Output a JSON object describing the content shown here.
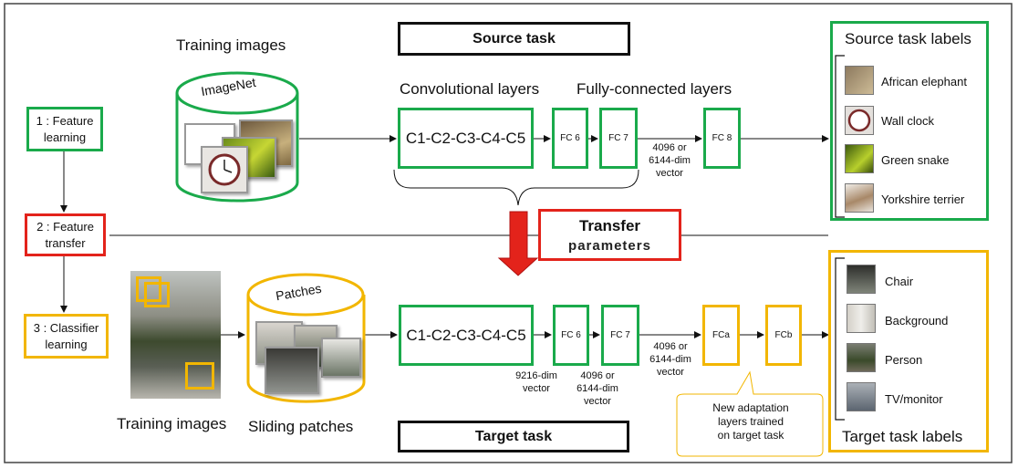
{
  "top": {
    "training_images": "Training images",
    "imagenet_label": "ImageNet",
    "source_task": "Source task",
    "conv_heading": "Convolutional layers",
    "fc_heading": "Fully-connected layers",
    "conv_box": "C1-C2-C3-C4-C5",
    "fc6": "FC 6",
    "fc7": "FC 7",
    "fc8": "FC 8",
    "vector_note": "4096 or\n6144-dim\nvector",
    "labels_title": "Source task labels",
    "labels": [
      "African elephant",
      "Wall clock",
      "Green snake",
      "Yorkshire terrier"
    ]
  },
  "steps": {
    "step1": "1 : Feature\nlearning",
    "step2": "2 : Feature\ntransfer",
    "step3": "3 : Classifier\nlearning"
  },
  "transfer": {
    "label": "Transfer",
    "parameters": "parameters"
  },
  "bottom": {
    "patches_label": "Patches",
    "conv_box": "C1-C2-C3-C4-C5",
    "fc6": "FC 6",
    "fc7": "FC 7",
    "fca": "FCa",
    "fcb": "FCb",
    "note_9216": "9216-dim\nvector",
    "note_fc7": "4096 or\n6144-dim\nvector",
    "note_out": "4096 or\n6144-dim\nvector",
    "callout": "New adaptation\nlayers trained\non target task",
    "training_images": "Training images",
    "sliding_patches": "Sliding patches",
    "target_task": "Target task",
    "labels_title": "Target task labels",
    "labels": [
      "Chair",
      "Background",
      "Person",
      "TV/monitor"
    ]
  },
  "colors": {
    "green": "#1aaa4b",
    "red": "#e3231b",
    "yellow": "#f2b600",
    "black": "#111111"
  }
}
